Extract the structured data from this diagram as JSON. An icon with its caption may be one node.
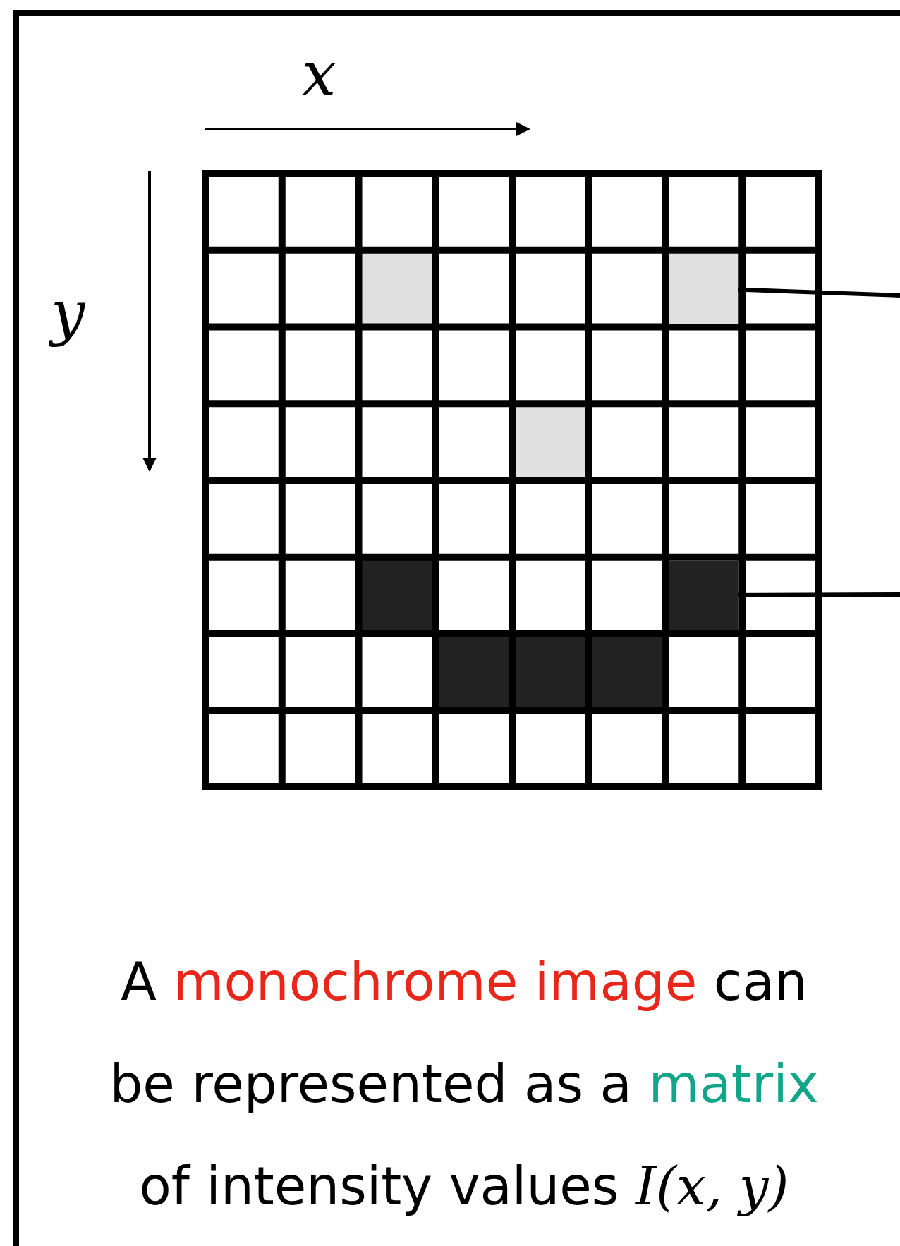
{
  "diagram": {
    "caption": "A monochrome image can be represented as a matrix of intensity values I(x, y)",
    "nodes": [
      {
        "text": [],
        "shape": "box"
      },
      {
        "text": [],
        "shape": "box"
      }
    ],
    "edges": [
      {
        "from": 0,
        "to": null,
        "arrow": "none"
      },
      {
        "from": 1,
        "to": null,
        "arrow": "none"
      }
    ],
    "labels": [
      "x",
      "y"
    ]
  }
}
